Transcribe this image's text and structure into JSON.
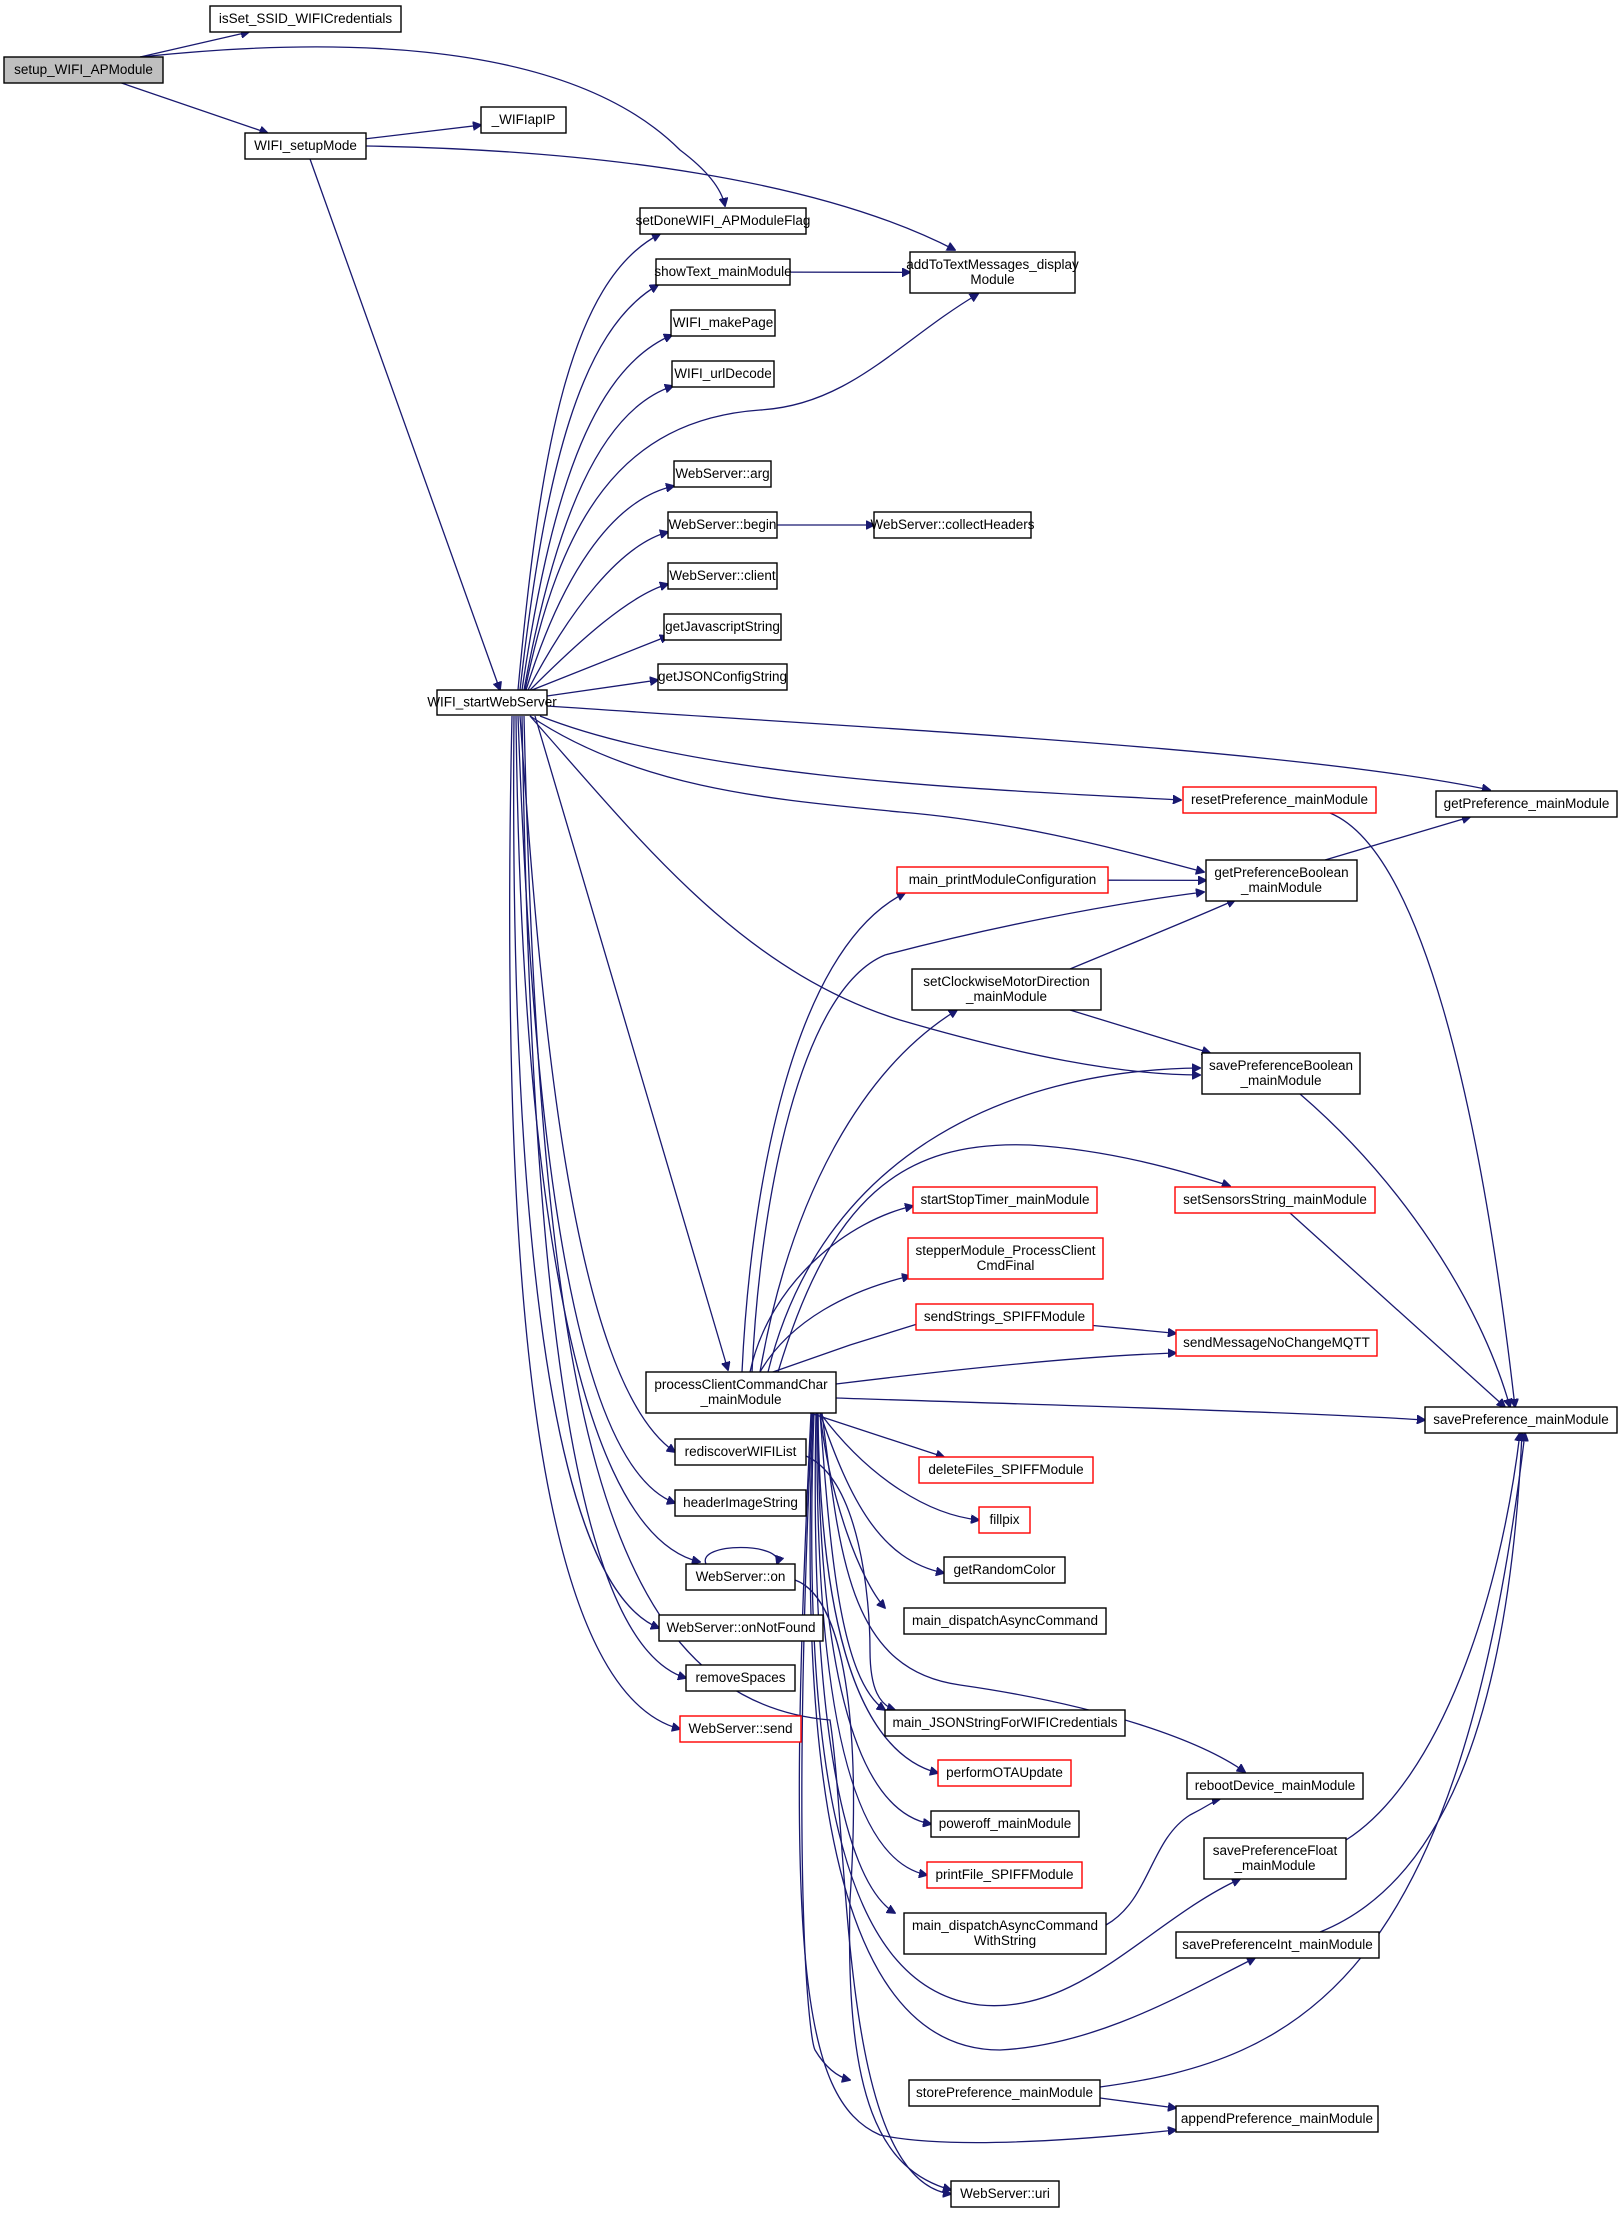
{
  "diagram": {
    "type": "call-graph",
    "colors": {
      "edge": "#191970",
      "node_border": "#000000",
      "node_border_undocumented": "#ff0000",
      "root_fill": "#bfbfbf",
      "node_fill": "#ffffff"
    },
    "nodes": [
      {
        "id": "setup_WIFI_APModule",
        "lines": [
          "setup_WIFI_APModule"
        ],
        "style": "root"
      },
      {
        "id": "isSet_SSID_WIFICredentials",
        "lines": [
          "isSet_SSID_WIFICredentials"
        ],
        "style": "normal"
      },
      {
        "id": "WIFI_setupMode",
        "lines": [
          "WIFI_setupMode"
        ],
        "style": "normal"
      },
      {
        "id": "_WIFIapIP",
        "lines": [
          "_WIFIapIP"
        ],
        "style": "normal"
      },
      {
        "id": "setDoneWIFI_APModuleFlag",
        "lines": [
          "setDoneWIFI_APModuleFlag"
        ],
        "style": "normal"
      },
      {
        "id": "showText_mainModule",
        "lines": [
          "showText_mainModule"
        ],
        "style": "normal"
      },
      {
        "id": "addToTextMessages_displayModule",
        "lines": [
          "addToTextMessages_display",
          "Module"
        ],
        "style": "normal"
      },
      {
        "id": "WIFI_makePage",
        "lines": [
          "WIFI_makePage"
        ],
        "style": "normal"
      },
      {
        "id": "WIFI_urlDecode",
        "lines": [
          "WIFI_urlDecode"
        ],
        "style": "normal"
      },
      {
        "id": "WebServer::arg",
        "lines": [
          "WebServer::arg"
        ],
        "style": "normal"
      },
      {
        "id": "WebServer::begin",
        "lines": [
          "WebServer::begin"
        ],
        "style": "normal"
      },
      {
        "id": "WebServer::collectHeaders",
        "lines": [
          "WebServer::collectHeaders"
        ],
        "style": "normal"
      },
      {
        "id": "WebServer::client",
        "lines": [
          "WebServer::client"
        ],
        "style": "normal"
      },
      {
        "id": "getJavascriptString",
        "lines": [
          "getJavascriptString"
        ],
        "style": "normal"
      },
      {
        "id": "getJSONConfigString",
        "lines": [
          "getJSONConfigString"
        ],
        "style": "normal"
      },
      {
        "id": "WIFI_startWebServer",
        "lines": [
          "WIFI_startWebServer"
        ],
        "style": "normal"
      },
      {
        "id": "resetPreference_mainModule",
        "lines": [
          "resetPreference_mainModule"
        ],
        "style": "undocumented"
      },
      {
        "id": "getPreference_mainModule",
        "lines": [
          "getPreference_mainModule"
        ],
        "style": "normal"
      },
      {
        "id": "main_printModuleConfiguration",
        "lines": [
          "main_printModuleConfiguration"
        ],
        "style": "undocumented"
      },
      {
        "id": "getPreferenceBoolean_mainModule",
        "lines": [
          "getPreferenceBoolean",
          "_mainModule"
        ],
        "style": "normal"
      },
      {
        "id": "setClockwiseMotorDirection_mainModule",
        "lines": [
          "setClockwiseMotorDirection",
          "_mainModule"
        ],
        "style": "normal"
      },
      {
        "id": "savePreferenceBoolean_mainModule",
        "lines": [
          "savePreferenceBoolean",
          "_mainModule"
        ],
        "style": "normal"
      },
      {
        "id": "startStopTimer_mainModule",
        "lines": [
          "startStopTimer_mainModule"
        ],
        "style": "undocumented"
      },
      {
        "id": "setSensorsString_mainModule",
        "lines": [
          "setSensorsString_mainModule"
        ],
        "style": "undocumented"
      },
      {
        "id": "stepperModule_ProcessClientCmdFinal",
        "lines": [
          "stepperModule_ProcessClient",
          "CmdFinal"
        ],
        "style": "undocumented"
      },
      {
        "id": "sendStrings_SPIFFModule",
        "lines": [
          "sendStrings_SPIFFModule"
        ],
        "style": "undocumented"
      },
      {
        "id": "sendMessageNoChangeMQTT",
        "lines": [
          "sendMessageNoChangeMQTT"
        ],
        "style": "undocumented"
      },
      {
        "id": "processClientCommandChar_mainModule",
        "lines": [
          "processClientCommandChar",
          "_mainModule"
        ],
        "style": "normal"
      },
      {
        "id": "savePreference_mainModule",
        "lines": [
          "savePreference_mainModule"
        ],
        "style": "normal"
      },
      {
        "id": "rediscoverWIFIList",
        "lines": [
          "rediscoverWIFIList"
        ],
        "style": "normal"
      },
      {
        "id": "deleteFiles_SPIFFModule",
        "lines": [
          "deleteFiles_SPIFFModule"
        ],
        "style": "undocumented"
      },
      {
        "id": "headerImageString",
        "lines": [
          "headerImageString"
        ],
        "style": "normal"
      },
      {
        "id": "fillpix",
        "lines": [
          "fillpix"
        ],
        "style": "undocumented"
      },
      {
        "id": "WebServer::on",
        "lines": [
          "WebServer::on"
        ],
        "style": "normal"
      },
      {
        "id": "getRandomColor",
        "lines": [
          "getRandomColor"
        ],
        "style": "normal"
      },
      {
        "id": "WebServer::onNotFound",
        "lines": [
          "WebServer::onNotFound"
        ],
        "style": "normal"
      },
      {
        "id": "main_dispatchAsyncCommand",
        "lines": [
          "main_dispatchAsyncCommand"
        ],
        "style": "normal"
      },
      {
        "id": "removeSpaces",
        "lines": [
          "removeSpaces"
        ],
        "style": "normal"
      },
      {
        "id": "WebServer::send",
        "lines": [
          "WebServer::send"
        ],
        "style": "undocumented"
      },
      {
        "id": "main_JSONStringForWIFICredentials",
        "lines": [
          "main_JSONStringForWIFICredentials"
        ],
        "style": "normal"
      },
      {
        "id": "performOTAUpdate",
        "lines": [
          "performOTAUpdate"
        ],
        "style": "undocumented"
      },
      {
        "id": "rebootDevice_mainModule",
        "lines": [
          "rebootDevice_mainModule"
        ],
        "style": "normal"
      },
      {
        "id": "poweroff_mainModule",
        "lines": [
          "poweroff_mainModule"
        ],
        "style": "normal"
      },
      {
        "id": "savePreferenceFloat_mainModule",
        "lines": [
          "savePreferenceFloat",
          "_mainModule"
        ],
        "style": "normal"
      },
      {
        "id": "printFile_SPIFFModule",
        "lines": [
          "printFile_SPIFFModule"
        ],
        "style": "undocumented"
      },
      {
        "id": "main_dispatchAsyncCommandWithString",
        "lines": [
          "main_dispatchAsyncCommand",
          "WithString"
        ],
        "style": "normal"
      },
      {
        "id": "savePreferenceInt_mainModule",
        "lines": [
          "savePreferenceInt_mainModule"
        ],
        "style": "normal"
      },
      {
        "id": "storePreference_mainModule",
        "lines": [
          "storePreference_mainModule"
        ],
        "style": "normal"
      },
      {
        "id": "appendPreference_mainModule",
        "lines": [
          "appendPreference_mainModule"
        ],
        "style": "normal"
      },
      {
        "id": "WebServer::uri",
        "lines": [
          "WebServer::uri"
        ],
        "style": "normal"
      }
    ],
    "edges": [
      [
        "setup_WIFI_APModule",
        "isSet_SSID_WIFICredentials"
      ],
      [
        "setup_WIFI_APModule",
        "setDoneWIFI_APModuleFlag"
      ],
      [
        "setup_WIFI_APModule",
        "WIFI_setupMode"
      ],
      [
        "WIFI_setupMode",
        "_WIFIapIP"
      ],
      [
        "WIFI_setupMode",
        "addToTextMessages_displayModule"
      ],
      [
        "WIFI_setupMode",
        "WIFI_startWebServer"
      ],
      [
        "showText_mainModule",
        "addToTextMessages_displayModule"
      ],
      [
        "WebServer::begin",
        "WebServer::collectHeaders"
      ],
      [
        "WIFI_startWebServer",
        "setDoneWIFI_APModuleFlag"
      ],
      [
        "WIFI_startWebServer",
        "showText_mainModule"
      ],
      [
        "WIFI_startWebServer",
        "WIFI_makePage"
      ],
      [
        "WIFI_startWebServer",
        "WIFI_urlDecode"
      ],
      [
        "WIFI_startWebServer",
        "addToTextMessages_displayModule"
      ],
      [
        "WIFI_startWebServer",
        "WebServer::arg"
      ],
      [
        "WIFI_startWebServer",
        "WebServer::begin"
      ],
      [
        "WIFI_startWebServer",
        "WebServer::client"
      ],
      [
        "WIFI_startWebServer",
        "getJavascriptString"
      ],
      [
        "WIFI_startWebServer",
        "getJSONConfigString"
      ],
      [
        "WIFI_startWebServer",
        "getPreference_mainModule"
      ],
      [
        "WIFI_startWebServer",
        "resetPreference_mainModule"
      ],
      [
        "WIFI_startWebServer",
        "getPreferenceBoolean_mainModule"
      ],
      [
        "WIFI_startWebServer",
        "savePreferenceBoolean_mainModule"
      ],
      [
        "WIFI_startWebServer",
        "processClientCommandChar_mainModule"
      ],
      [
        "WIFI_startWebServer",
        "rediscoverWIFIList"
      ],
      [
        "WIFI_startWebServer",
        "headerImageString"
      ],
      [
        "WIFI_startWebServer",
        "WebServer::on"
      ],
      [
        "WIFI_startWebServer",
        "WebServer::onNotFound"
      ],
      [
        "WIFI_startWebServer",
        "removeSpaces"
      ],
      [
        "WIFI_startWebServer",
        "WebServer::send"
      ],
      [
        "WIFI_startWebServer",
        "WebServer::uri"
      ],
      [
        "resetPreference_mainModule",
        "savePreference_mainModule"
      ],
      [
        "getPreferenceBoolean_mainModule",
        "getPreference_mainModule"
      ],
      [
        "main_printModuleConfiguration",
        "getPreferenceBoolean_mainModule"
      ],
      [
        "setClockwiseMotorDirection_mainModule",
        "getPreferenceBoolean_mainModule"
      ],
      [
        "setClockwiseMotorDirection_mainModule",
        "savePreferenceBoolean_mainModule"
      ],
      [
        "savePreferenceBoolean_mainModule",
        "savePreference_mainModule"
      ],
      [
        "setSensorsString_mainModule",
        "savePreference_mainModule"
      ],
      [
        "sendStrings_SPIFFModule",
        "sendMessageNoChangeMQTT"
      ],
      [
        "processClientCommandChar_mainModule",
        "main_printModuleConfiguration"
      ],
      [
        "processClientCommandChar_mainModule",
        "getPreferenceBoolean_mainModule"
      ],
      [
        "processClientCommandChar_mainModule",
        "setClockwiseMotorDirection_mainModule"
      ],
      [
        "processClientCommandChar_mainModule",
        "savePreferenceBoolean_mainModule"
      ],
      [
        "processClientCommandChar_mainModule",
        "setSensorsString_mainModule"
      ],
      [
        "processClientCommandChar_mainModule",
        "startStopTimer_mainModule"
      ],
      [
        "processClientCommandChar_mainModule",
        "stepperModule_ProcessClientCmdFinal"
      ],
      [
        "processClientCommandChar_mainModule",
        "sendStrings_SPIFFModule"
      ],
      [
        "processClientCommandChar_mainModule",
        "sendMessageNoChangeMQTT"
      ],
      [
        "processClientCommandChar_mainModule",
        "savePreference_mainModule"
      ],
      [
        "processClientCommandChar_mainModule",
        "deleteFiles_SPIFFModule"
      ],
      [
        "processClientCommandChar_mainModule",
        "fillpix"
      ],
      [
        "processClientCommandChar_mainModule",
        "getRandomColor"
      ],
      [
        "processClientCommandChar_mainModule",
        "main_dispatchAsyncCommand"
      ],
      [
        "processClientCommandChar_mainModule",
        "main_JSONStringForWIFICredentials"
      ],
      [
        "processClientCommandChar_mainModule",
        "rebootDevice_mainModule"
      ],
      [
        "processClientCommandChar_mainModule",
        "performOTAUpdate"
      ],
      [
        "processClientCommandChar_mainModule",
        "poweroff_mainModule"
      ],
      [
        "processClientCommandChar_mainModule",
        "printFile_SPIFFModule"
      ],
      [
        "processClientCommandChar_mainModule",
        "main_dispatchAsyncCommandWithString"
      ],
      [
        "processClientCommandChar_mainModule",
        "savePreferenceFloat_mainModule"
      ],
      [
        "processClientCommandChar_mainModule",
        "savePreferenceInt_mainModule"
      ],
      [
        "processClientCommandChar_mainModule",
        "storePreference_mainModule"
      ],
      [
        "processClientCommandChar_mainModule",
        "appendPreference_mainModule"
      ],
      [
        "rediscoverWIFIList",
        "main_JSONStringForWIFICredentials"
      ],
      [
        "WebServer::on",
        "WebServer::on"
      ],
      [
        "WebServer::on",
        "WebServer::uri"
      ],
      [
        "main_dispatchAsyncCommandWithString",
        "rebootDevice_mainModule"
      ],
      [
        "savePreferenceFloat_mainModule",
        "savePreference_mainModule"
      ],
      [
        "savePreferenceInt_mainModule",
        "savePreference_mainModule"
      ],
      [
        "storePreference_mainModule",
        "savePreference_mainModule"
      ],
      [
        "storePreference_mainModule",
        "appendPreference_mainModule"
      ]
    ]
  }
}
